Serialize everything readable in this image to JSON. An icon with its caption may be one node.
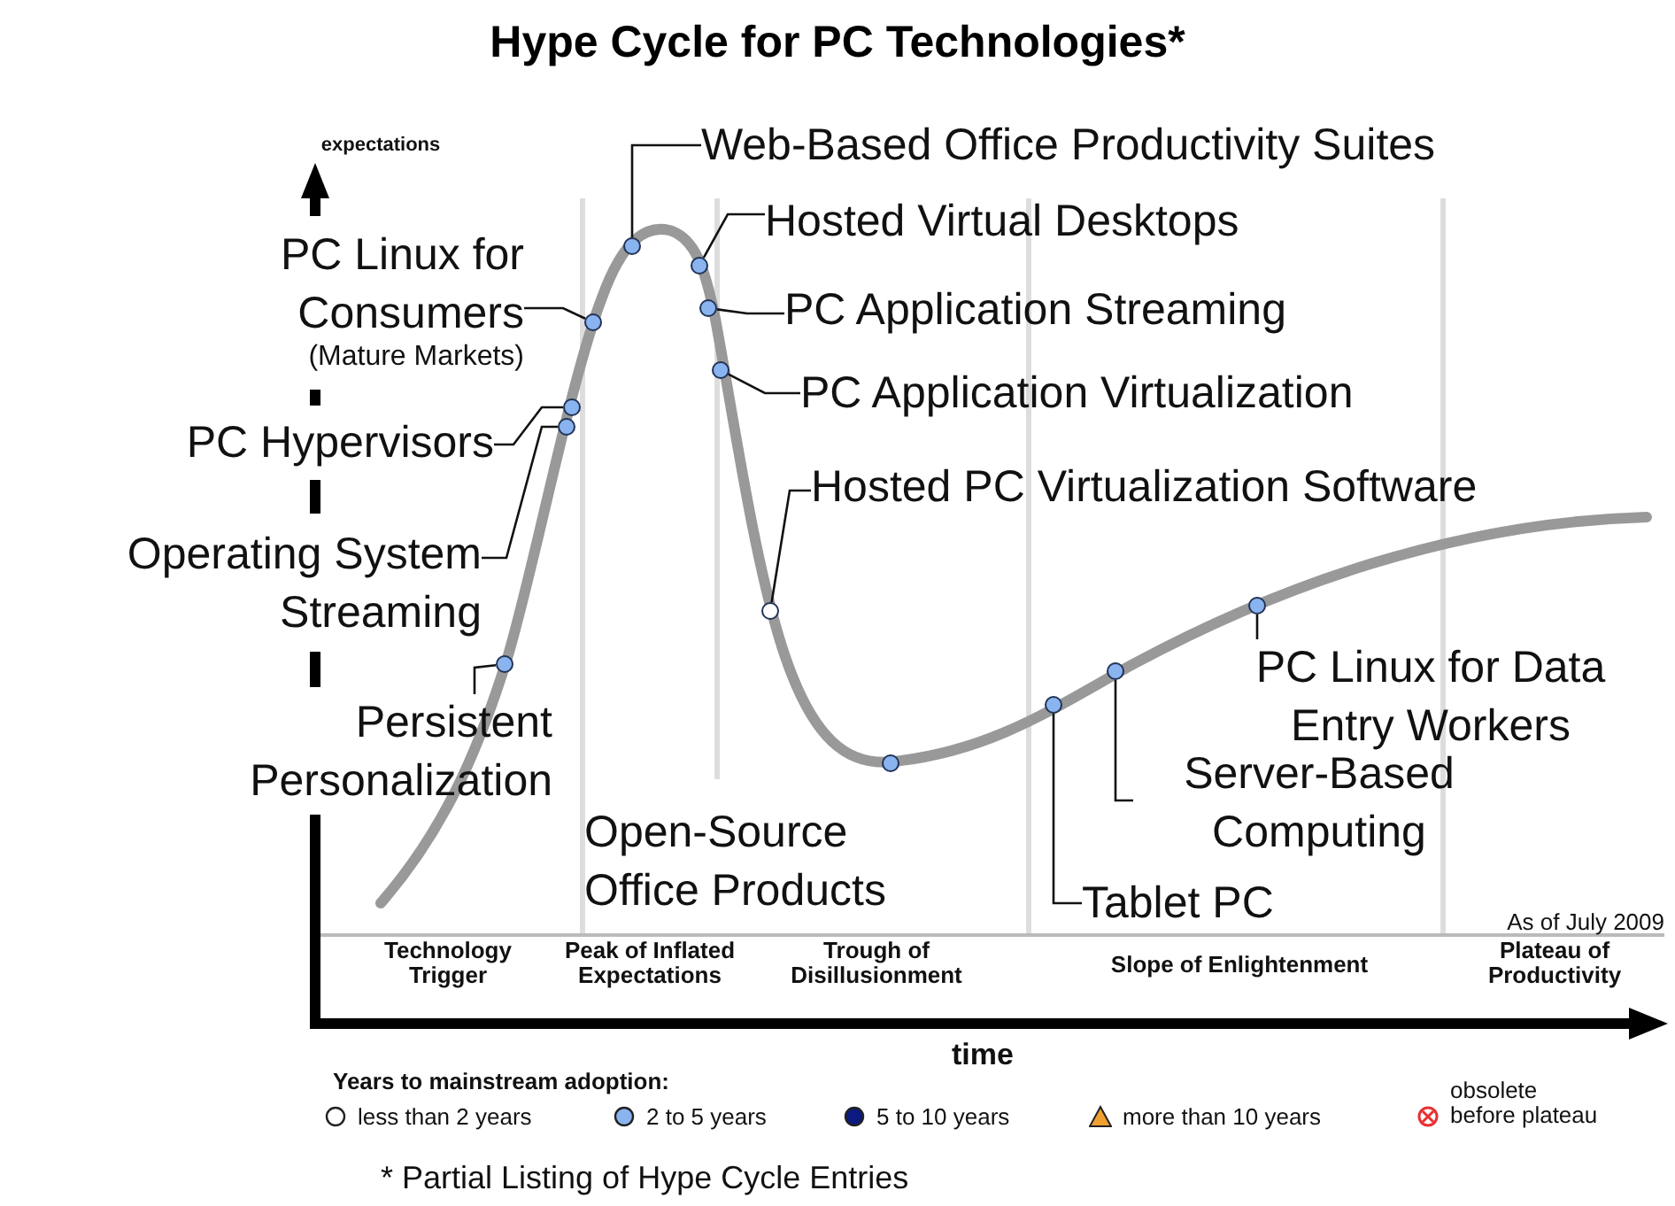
{
  "diagram": {
    "title": "Hype Cycle for PC Technologies*",
    "caption": "* Partial Listing of Hype Cycle Entries",
    "nodes": [
      {
        "text": [
          "Web-Based Office Productivity Suites"
        ]
      },
      {
        "text": [
          "Hosted Virtual Desktops"
        ]
      },
      {
        "text": [
          "PC Linux for Consumers",
          "(Mature Markets)"
        ]
      },
      {
        "text": [
          "PC Application Streaming"
        ]
      },
      {
        "text": [
          "PC Application Virtualization"
        ]
      },
      {
        "text": [
          "PC Hypervisors"
        ]
      },
      {
        "text": [
          "Hosted PC Virtualization Software"
        ]
      },
      {
        "text": [
          "Operating System Streaming"
        ]
      },
      {
        "text": [
          "PC Linux for Data Entry Workers"
        ]
      },
      {
        "text": [
          "Persistent Personalization"
        ]
      },
      {
        "text": [
          "Server-Based Computing"
        ]
      },
      {
        "text": [
          "Open-Source Office Products"
        ]
      },
      {
        "text": [
          "Tablet PC"
        ]
      },
      {
        "text": [],
        "shape": "circle"
      },
      {
        "text": [],
        "shape": "circle"
      },
      {
        "text": [],
        "shape": "circle"
      },
      {
        "text": [],
        "shape": "circle"
      },
      {
        "text": [],
        "shape": "circle"
      },
      {
        "text": [],
        "shape": "circle"
      },
      {
        "text": [],
        "shape": "circle"
      },
      {
        "text": [],
        "shape": "circle"
      },
      {
        "text": [],
        "shape": "circle"
      },
      {
        "text": [],
        "shape": "circle"
      },
      {
        "text": [],
        "shape": "circle"
      },
      {
        "text": [],
        "shape": "circle"
      },
      {
        "text": [],
        "shape": "circle"
      }
    ],
    "edges": [
      {
        "from": 0,
        "to": 17,
        "arrow": "none"
      },
      {
        "from": 1,
        "to": 18,
        "arrow": "none"
      },
      {
        "from": 2,
        "to": 16,
        "arrow": "none"
      },
      {
        "from": 3,
        "to": 19,
        "arrow": "none"
      },
      {
        "from": 4,
        "to": 20,
        "arrow": "none"
      },
      {
        "from": 5,
        "to": 15,
        "arrow": "none"
      },
      {
        "from": 6,
        "to": 21,
        "arrow": "none"
      },
      {
        "from": 7,
        "to": 14,
        "arrow": "none"
      },
      {
        "from": 8,
        "to": 25,
        "arrow": "none"
      },
      {
        "from": 9,
        "to": 13,
        "arrow": "none"
      },
      {
        "from": 10,
        "to": 24,
        "arrow": "none"
      },
      {
        "from": 12,
        "to": 23,
        "arrow": "none"
      }
    ],
    "labels": [
      "expectations",
      "As of July 2009",
      "Technology Trigger",
      "Peak of Inflated Expectations",
      "Trough of Disillusionment",
      "Slope of Enlightenment",
      "Plateau of Productivity",
      "time",
      "Years to mainstream adoption:"
    ],
    "legend": [
      {
        "text": "less than 2 years"
      },
      {
        "text": "2 to 5 years"
      },
      {
        "text": "5 to 10 years"
      },
      {
        "text": "more than 10 years"
      },
      {
        "text": "obsolete before plateau"
      }
    ]
  }
}
